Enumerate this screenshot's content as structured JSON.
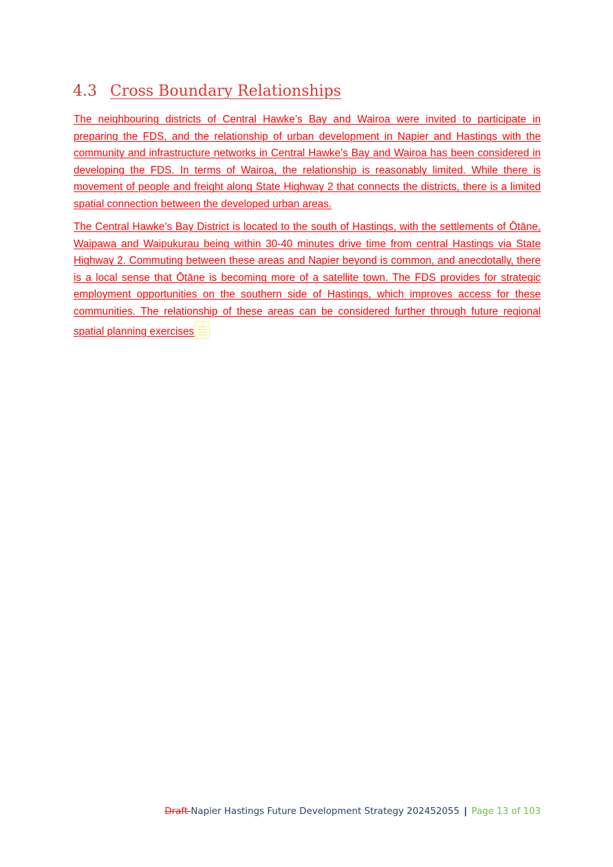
{
  "section": {
    "number": "4.3",
    "title": "Cross Boundary Relationships"
  },
  "paragraphs": [
    "The neighbouring districts of Central Hawke’s Bay and Wairoa were invited to participate in preparing the FDS, and the relationship of urban development in Napier and Hastings with the community and infrastructure networks in Central Hawke’s Bay and Wairoa has been considered in developing the FDS. In terms of Wairoa, the relationship is reasonably limited. While there is movement of people and freight along State Highway 2 that connects the districts, there is a limited spatial connection between the developed urban areas.",
    "The Central Hawke’s Bay District is located to the south of Hastings, with the settlements of Ōtāne, Waipawa and Waipukurau being within 30-40 minutes drive time from central Hastings via State Highway 2. Commuting between these areas and Napier beyond is common, and anecdotally, there is a local sense that Ōtāne is becoming more of a satellite town. The FDS provides for strategic employment opportunities on the southern side of Hastings, which improves access for these communities. The relationship of these areas can be considered further through future regional spatial planning exercises."
  ],
  "footer": {
    "draft_deleted": "Draft ",
    "title": "Napier Hastings Future Development Strategy 202452055",
    "separator": "|",
    "page_label": "Page 13 of 103"
  },
  "colors": {
    "tracked_change": "#ff0000",
    "footer_text": "#2c3e6a",
    "page_number": "#6cc04a"
  },
  "icons": {
    "comment_marker": "comment-note-icon"
  }
}
